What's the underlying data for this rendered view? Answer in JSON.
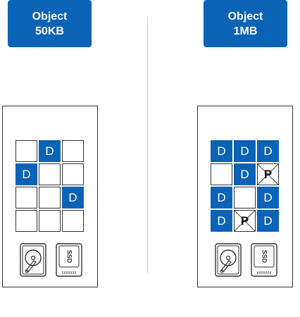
{
  "headers": {
    "left": {
      "line1": "Object",
      "line2": "50KB"
    },
    "right": {
      "line1": "Object",
      "line2": "1MB"
    }
  },
  "colors": {
    "accent": "#0b63b8",
    "border": "#333333",
    "divider": "#d0d0d0"
  },
  "devices": {
    "left": {
      "grid": [
        [
          "",
          "D",
          ""
        ],
        [
          "D",
          "",
          ""
        ],
        [
          "",
          "",
          "D"
        ],
        [
          "",
          "",
          ""
        ]
      ],
      "drives": [
        "hard-disk-icon",
        "ssd-icon"
      ]
    },
    "right": {
      "grid": [
        [
          "D",
          "D",
          "D"
        ],
        [
          "",
          "D",
          "P"
        ],
        [
          "D",
          "",
          "D"
        ],
        [
          "D",
          "P",
          "D"
        ]
      ],
      "drives": [
        "hard-disk-icon",
        "ssd-icon"
      ]
    }
  },
  "ssd_label": "SSD"
}
